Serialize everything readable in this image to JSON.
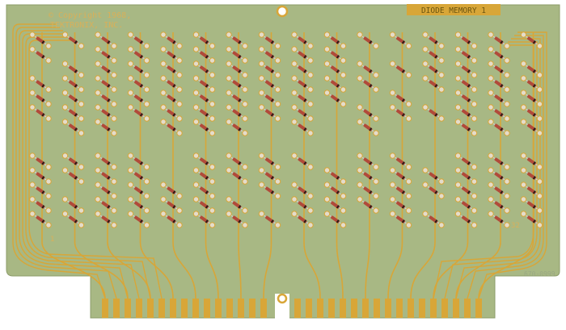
{
  "board": {
    "copyright_line1": "© Copyright 1968,",
    "copyright_line2": "TEKTRONIX, INC.",
    "title_label": "DIODE MEMORY 1",
    "corner_label_left": "1",
    "corner_label_right": "32",
    "part_number": "670-0999"
  },
  "colors": {
    "substrate": "#a8b884",
    "substrate_dark": "#94a672",
    "copper": "#d8a638",
    "copper_dark": "#b98a22",
    "pad": "#e4dccb",
    "diode_body": "#b14a3a",
    "diode_band": "#2b1b16",
    "lead": "#cfcfcf",
    "background": "#ffffff"
  }
}
